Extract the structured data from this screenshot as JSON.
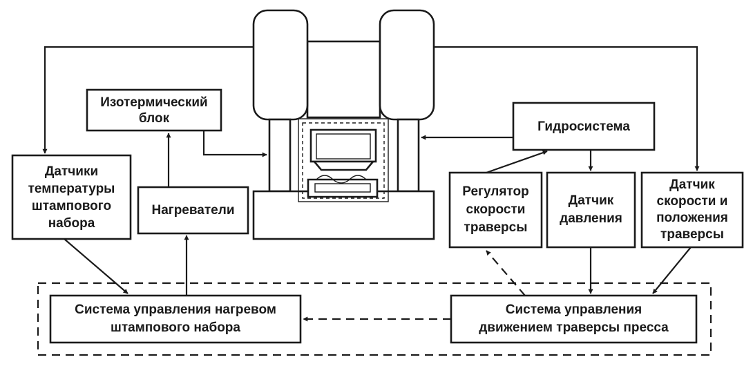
{
  "blocks": {
    "isothermal_block": "Изотермический\nблок",
    "temp_sensors": "Датчики\nтемпературы\nштампового\nнабора",
    "heaters": "Нагреватели",
    "hydrosystem": "Гидросистема",
    "speed_regulator": "Регулятор\nскорости\nтраверсы",
    "pressure_sensor": "Датчик\nдавления",
    "speed_position_sensor": "Датчик\nскорости и\nположения\nтраверсы",
    "heating_control": "Система управления нагревом\nштампового набора",
    "motion_control": "Система управления\nдвижением траверсы пресса"
  }
}
